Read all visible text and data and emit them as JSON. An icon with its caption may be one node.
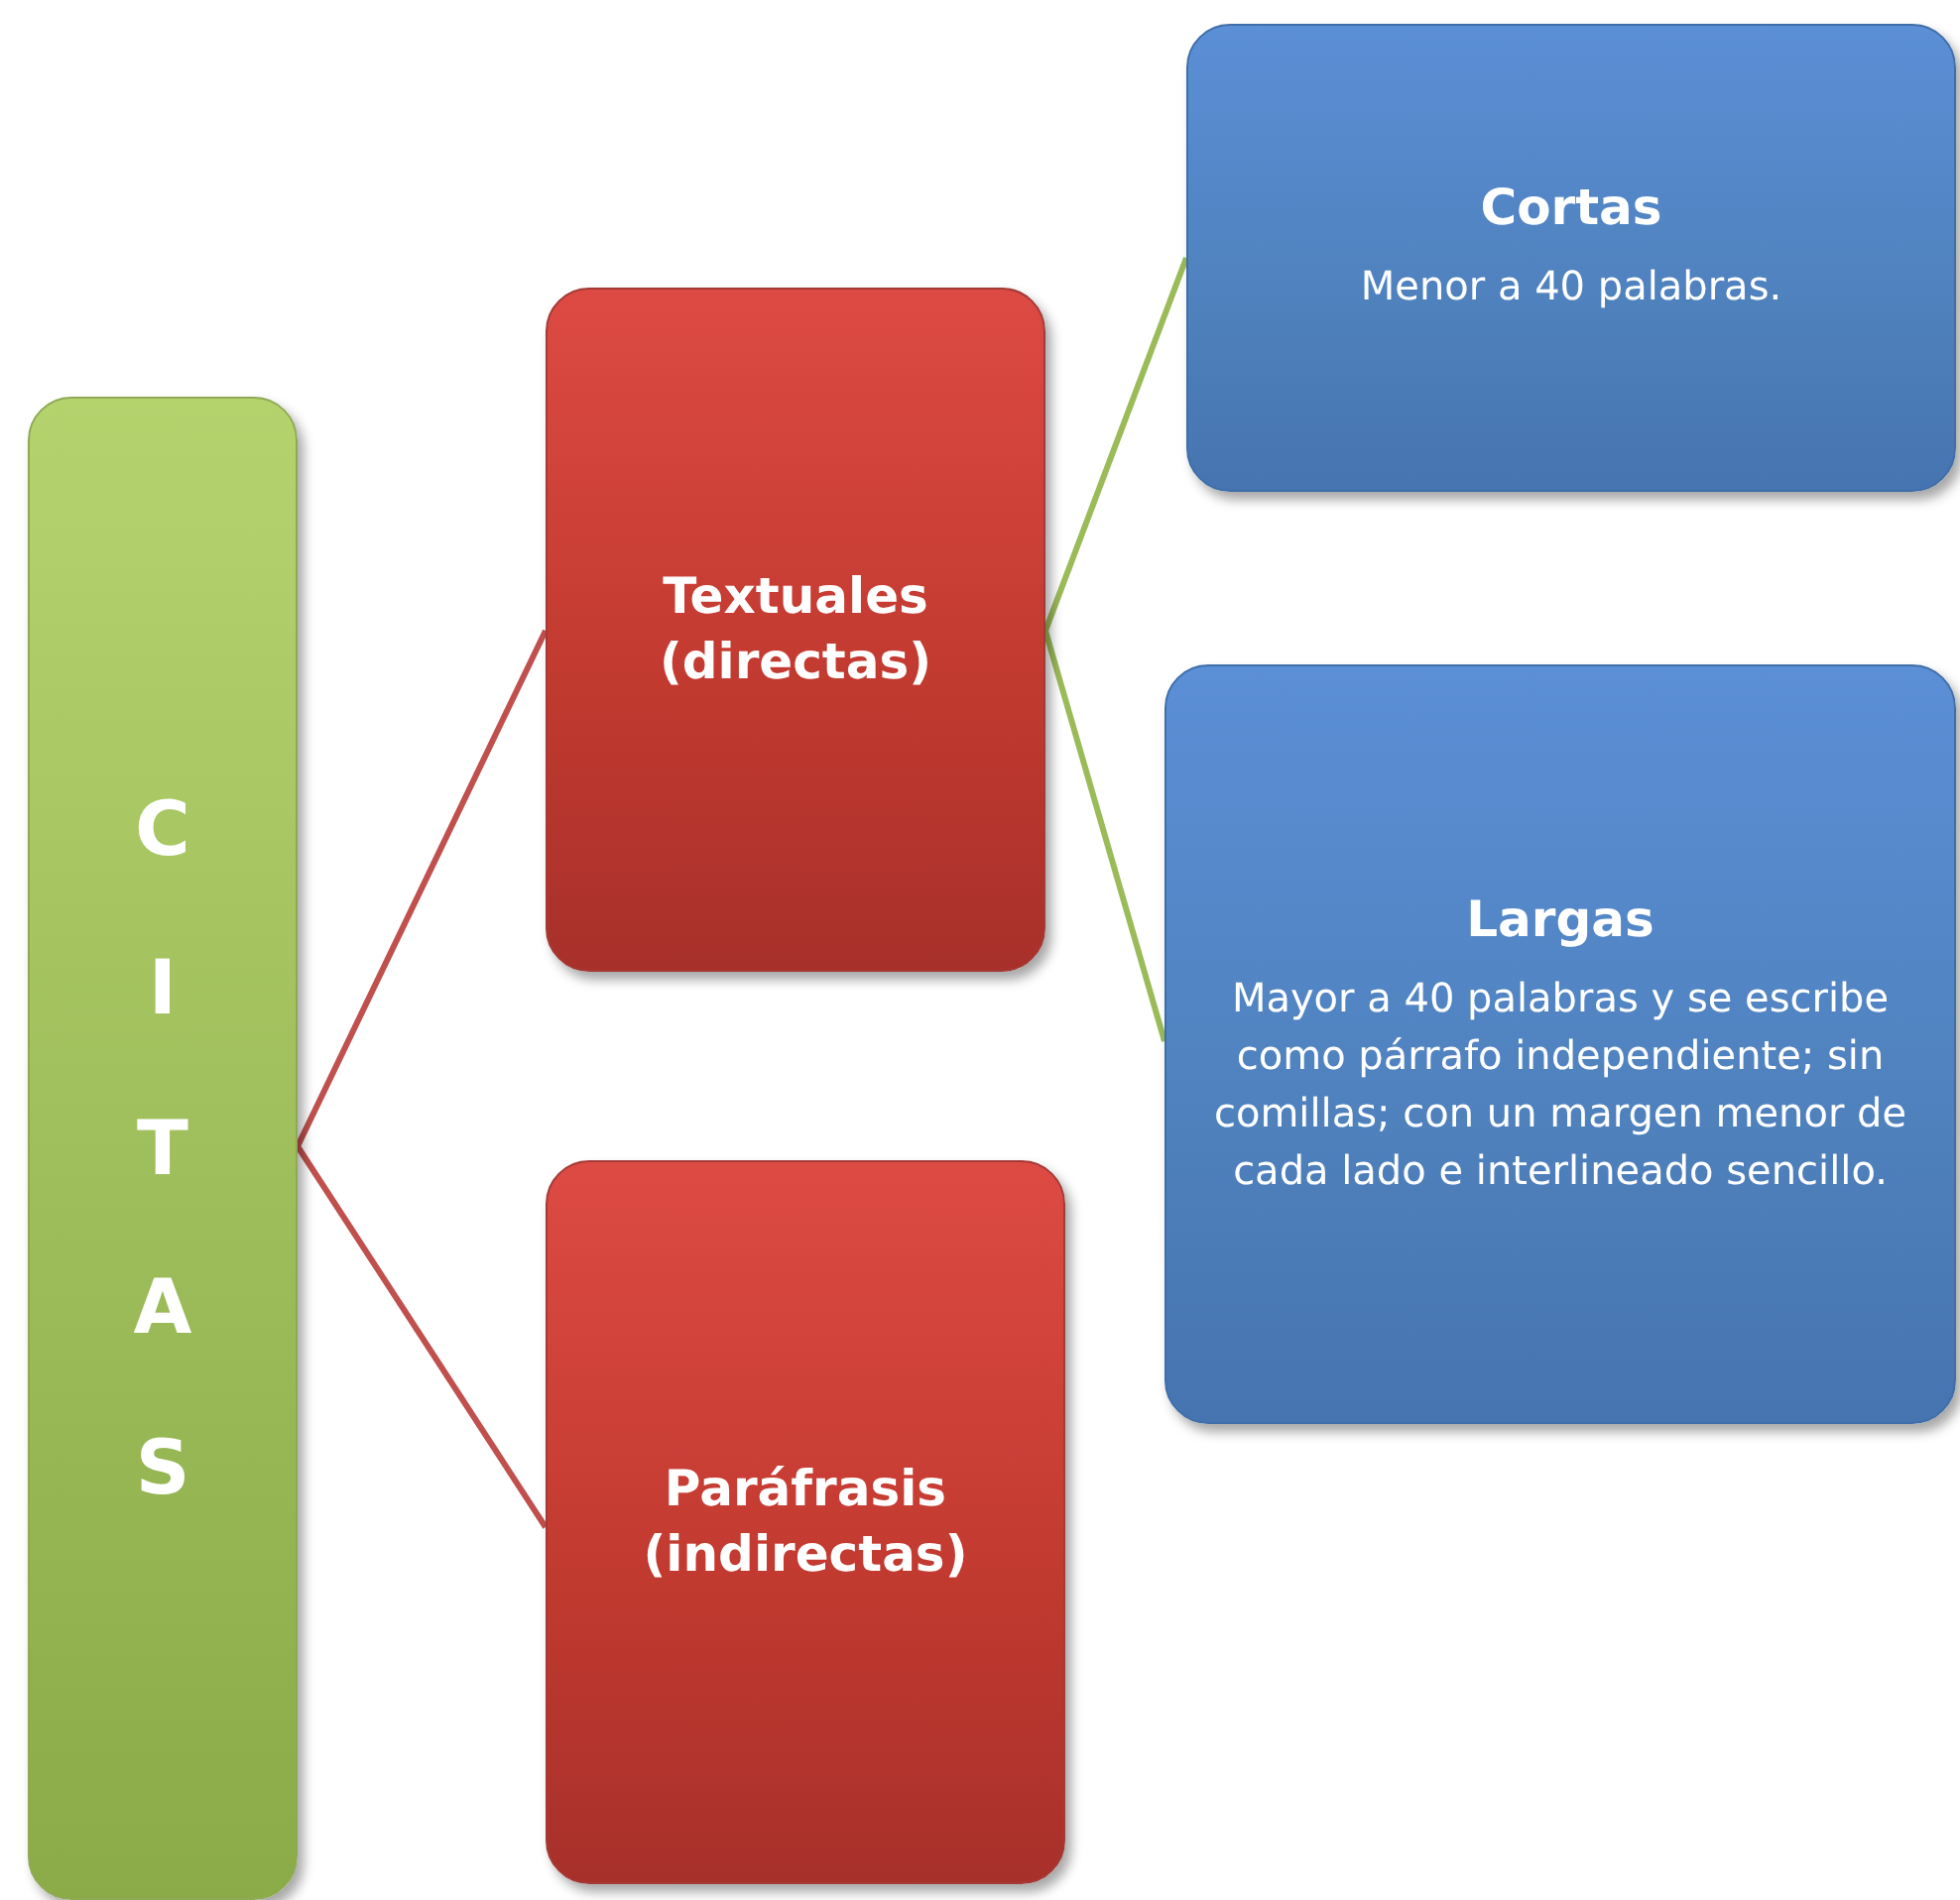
{
  "diagram": {
    "nodes": [
      {
        "text": [
          "CITAS"
        ]
      },
      {
        "text": [
          "Textuales (directas)"
        ]
      },
      {
        "text": [
          "Paráfrasis (indirectas)"
        ]
      },
      {
        "text": [
          "Cortas",
          "Menor a 40 palabras."
        ]
      },
      {
        "text": [
          "Largas",
          "Mayor a 40 palabras y se escribe como párrafo independiente; sin comillas; con un margen menor de cada lado e interlineado sencillo."
        ]
      }
    ],
    "edges": [
      {
        "from": 0,
        "to": 1,
        "arrow": "none"
      },
      {
        "from": 0,
        "to": 2,
        "arrow": "none"
      },
      {
        "from": 1,
        "to": 3,
        "arrow": "none",
        "color": "#9bbb59"
      },
      {
        "from": 1,
        "to": 4,
        "arrow": "none",
        "color": "#9bbb59"
      }
    ]
  }
}
